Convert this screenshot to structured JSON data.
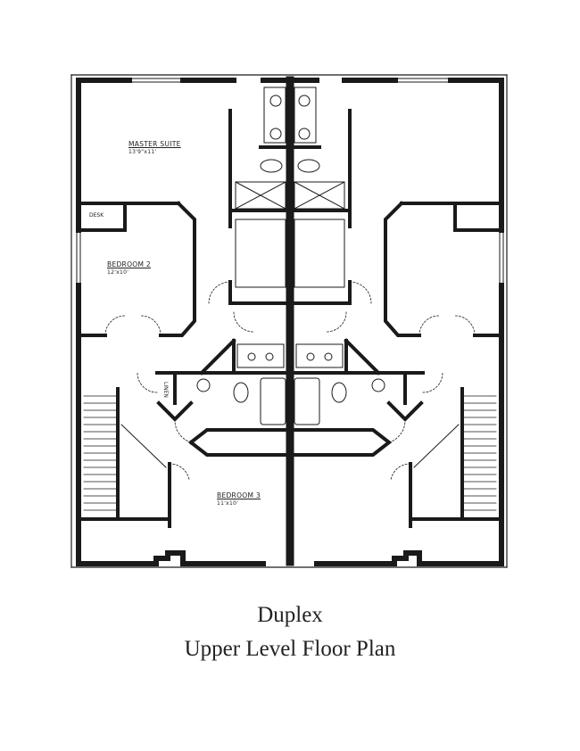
{
  "plan": {
    "rooms": {
      "master_suite": {
        "name": "MASTER SUITE",
        "dims": "13'9\"x11'"
      },
      "bedroom_2": {
        "name": "BEDROOM 2",
        "dims": "12'x10'"
      },
      "bedroom_3": {
        "name": "BEDROOM 3",
        "dims": "11'x10'"
      }
    },
    "labels": {
      "desk": "DESK",
      "linen": "LINEN"
    }
  },
  "caption": {
    "title": "Duplex",
    "subtitle": "Upper Level Floor Plan"
  }
}
